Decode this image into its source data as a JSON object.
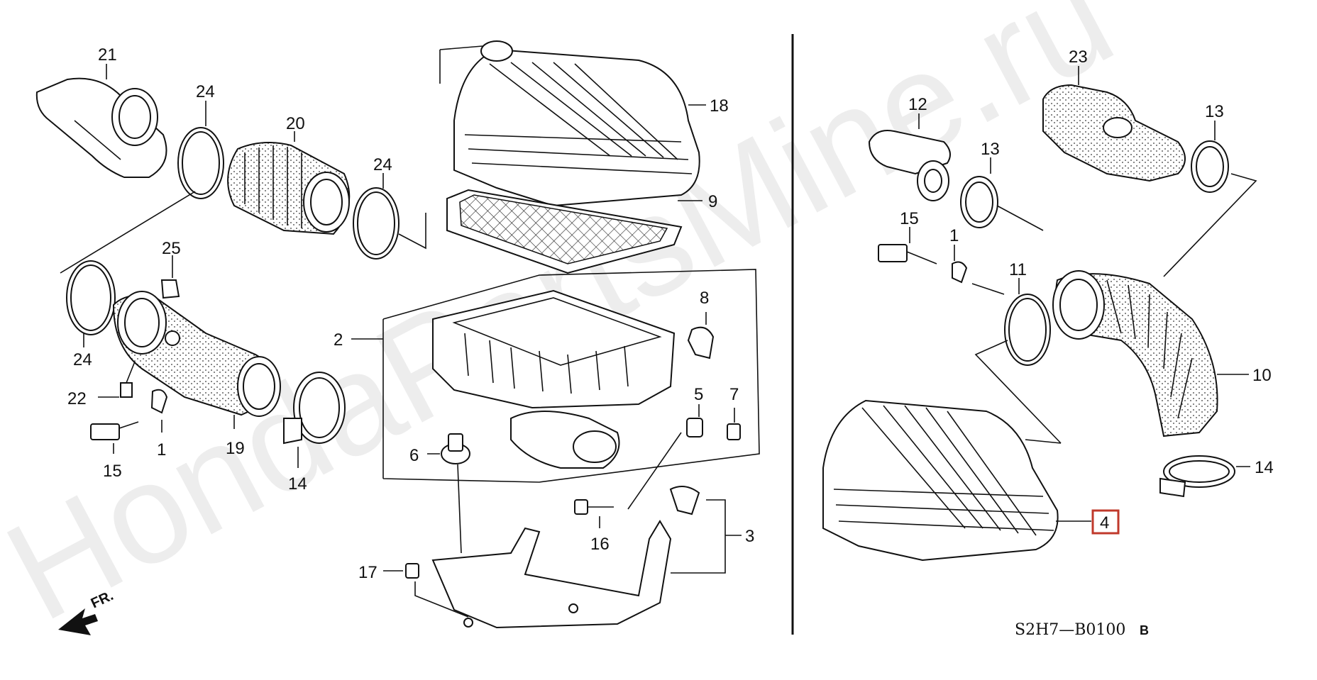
{
  "diagram": {
    "code": "S2H7—B0100",
    "code_suffix": "B",
    "direction_label": "FR.",
    "watermark": "HondaPartsMine.ru",
    "highlight_color": "#c0392b",
    "callouts": {
      "c21": "21",
      "c24a": "24",
      "c20": "20",
      "c24b": "24",
      "c18": "18",
      "c9": "9",
      "c25": "25",
      "c24c": "24",
      "c22": "22",
      "c15a": "15",
      "c1a": "1",
      "c19": "19",
      "c14a": "14",
      "c2": "2",
      "c8": "8",
      "c5": "5",
      "c7": "7",
      "c6": "6",
      "c16": "16",
      "c3": "3",
      "c17": "17",
      "c12": "12",
      "c23": "23",
      "c13a": "13",
      "c13b": "13",
      "c15b": "15",
      "c1b": "1",
      "c11": "11",
      "c10": "10",
      "c14b": "14",
      "c4": "4"
    }
  }
}
